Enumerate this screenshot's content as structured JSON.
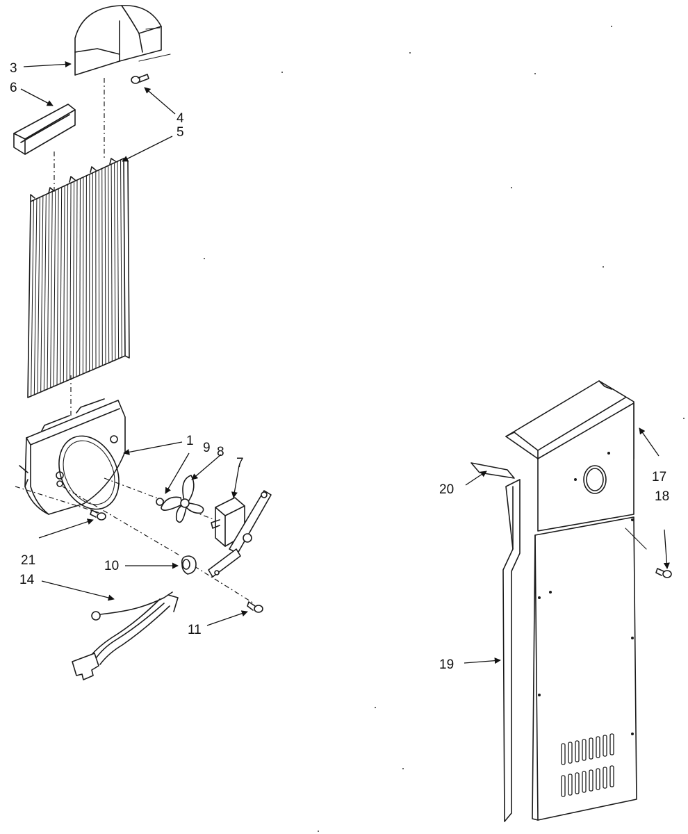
{
  "callouts": {
    "c1": "1",
    "c3": "3",
    "c4": "4",
    "c5": "5",
    "c6": "6",
    "c7": "7",
    "c8": "8",
    "c9": "9",
    "c10": "10",
    "c11": "11",
    "c14": "14",
    "c17": "17",
    "c18": "18",
    "c19": "19",
    "c20": "20",
    "c21": "21"
  },
  "colors": {
    "ink": "#1a1a1a",
    "paper": "#ffffff"
  }
}
